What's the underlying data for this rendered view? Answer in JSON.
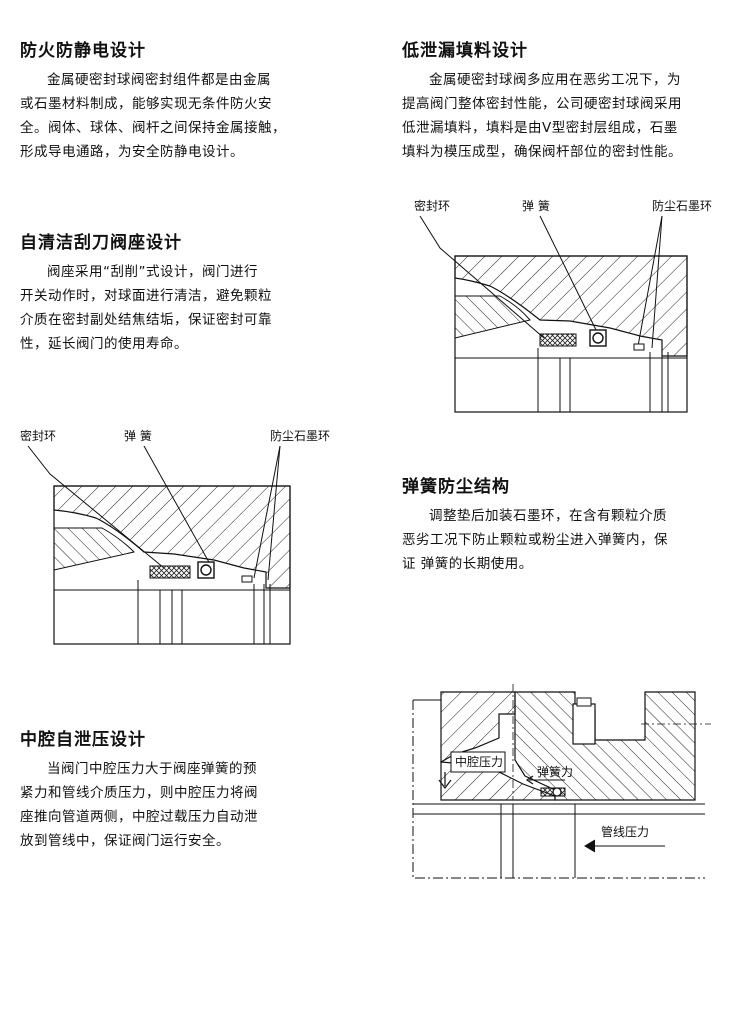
{
  "sections": {
    "fireproof": {
      "title": "防火防静电设计",
      "lines": [
        "金属硬密封球阀密封组件都是由金属",
        "或石墨材料制成，能够实现无条件防火安",
        "全。阀体、球体、阀杆之间保持金属接触，",
        "形成导电通路，为安全防静电设计。"
      ]
    },
    "low_leak": {
      "title": "低泄漏填料设计",
      "lines": [
        "金属硬密封球阀多应用在恶劣工况下，为",
        "提高阀门整体密封性能，公司硬密封球阀采用",
        "低泄漏填料，填料是由V型密封层组成，石墨",
        "填料为模压成型，确保阀杆部位的密封性能。"
      ]
    },
    "self_clean": {
      "title": "自清洁刮刀阀座设计",
      "lines": [
        "阀座采用“刮削”式设计，阀门进行",
        "开关动作时，对球面进行清洁，避免颗粒",
        "介质在密封副处结焦结垢，保证密封可靠",
        "性，延长阀门的使用寿命。"
      ]
    },
    "spring_dust": {
      "title": "弹簧防尘结构",
      "lines": [
        "调整垫后加装石墨环，在含有颗粒介质",
        "恶劣工况下防止颗粒或粉尘进入弹簧内，保",
        "证 弹簧的长期使用。"
      ]
    },
    "cavity_relief": {
      "title": "中腔自泄压设计",
      "lines": [
        "当阀门中腔压力大于阀座弹簧的预",
        "紧力和管线介质压力，则中腔压力将阀",
        "座推向管道两侧，中腔过载压力自动泄",
        "放到管线中，保证阀门运行安全。"
      ]
    }
  },
  "figures": {
    "seal_top": {
      "label_seal_ring": "密封环",
      "label_spring": "弹 簧",
      "label_graphite": "防尘石墨环"
    },
    "seal_left": {
      "label_seal_ring": "密封环",
      "label_spring": "弹 簧",
      "label_graphite": "防尘石墨环"
    },
    "pressure": {
      "label_cavity": "中腔压力",
      "label_spring_force": "弹簧力",
      "label_pipe": "管线压力"
    }
  }
}
